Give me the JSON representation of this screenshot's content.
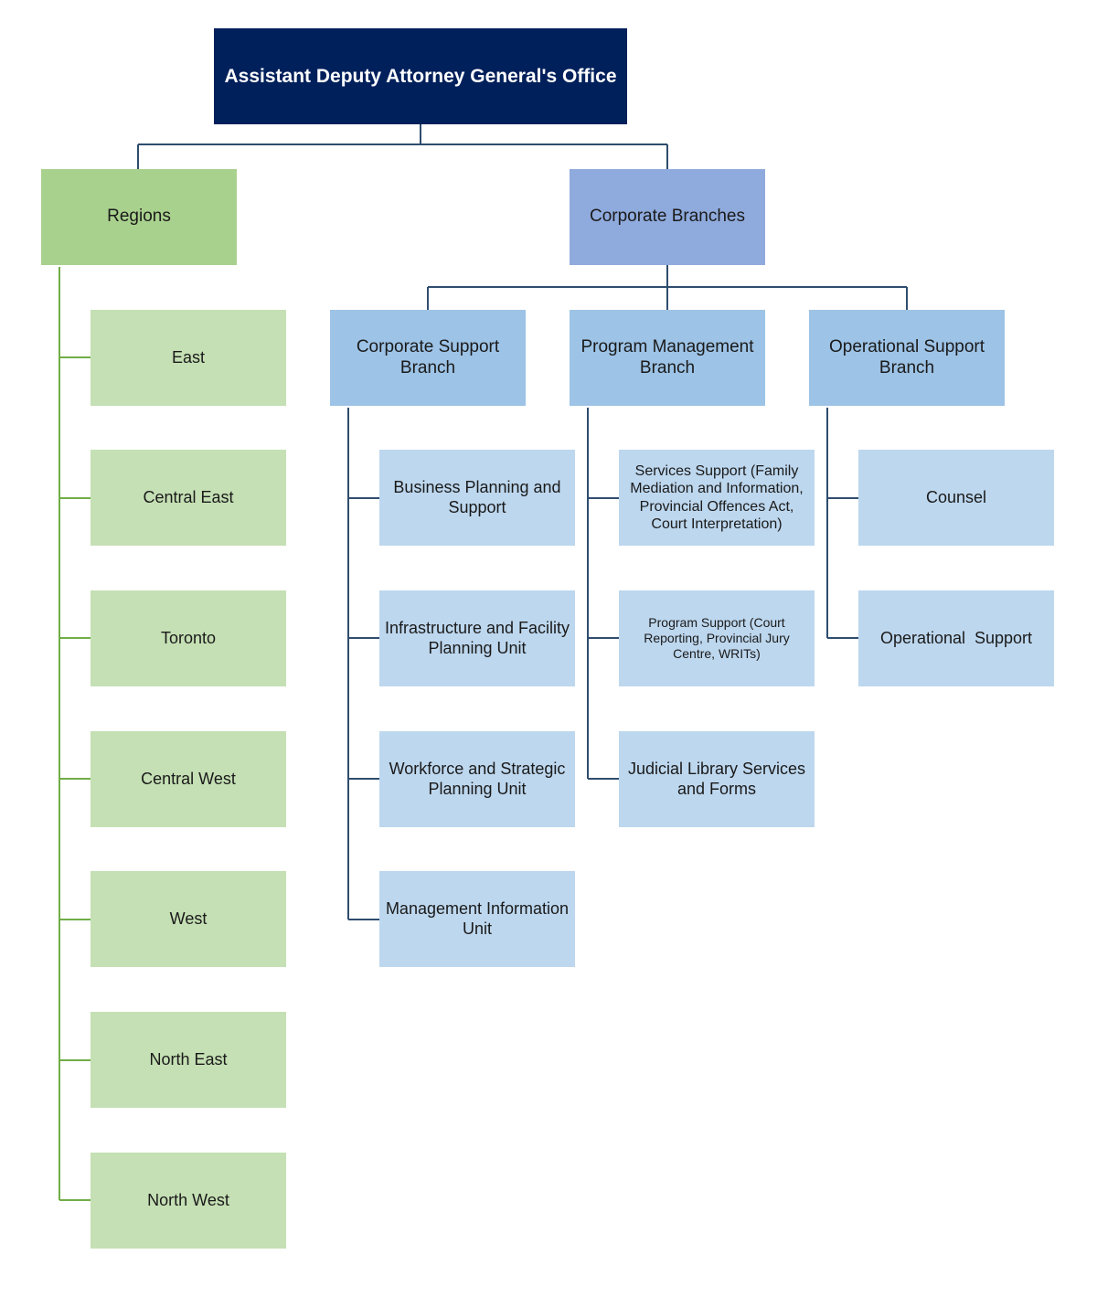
{
  "title": "Assistant Deputy Attorney General's Office",
  "groups": {
    "regions": "Regions",
    "corporate": "Corporate Branches"
  },
  "regions": [
    "East",
    "Central East",
    "Toronto",
    "Central West",
    "West",
    "North East",
    "North West"
  ],
  "branches": {
    "corporate_support": {
      "label": "Corporate Support Branch",
      "units": [
        "Business Planning and Support",
        "Infrastructure and Facility Planning Unit",
        "Workforce and Strategic Planning Unit",
        "Management Information Unit"
      ]
    },
    "program_management": {
      "label": "Program Management Branch",
      "units": [
        "Services Support (Family Mediation and Information, Provincial Offences Act, Court Interpretation)",
        "Program Support (Court Reporting, Provincial Jury Centre, WRITs)",
        "Judicial Library Services and Forms"
      ]
    },
    "operational_support": {
      "label": "Operational Support Branch",
      "units": [
        "Counsel",
        "Operational  Support"
      ]
    }
  },
  "colors": {
    "top": "#00205b",
    "regions": "#a9d18e",
    "region_item": "#c5e0b4",
    "corporate": "#8faadc",
    "branch": "#9dc3e6",
    "unit": "#bdd7ee",
    "green_line": "#70ad47",
    "blue_line": "#2f4d6e"
  }
}
